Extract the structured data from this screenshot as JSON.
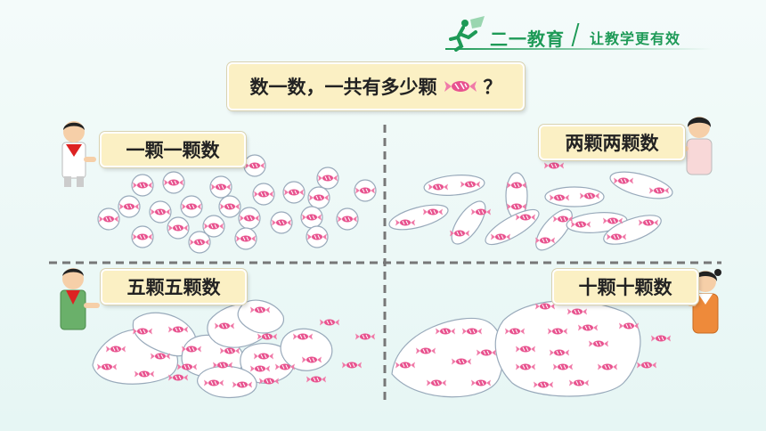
{
  "brand": {
    "name": "二一教育",
    "slogan": "让教学更有效"
  },
  "title": {
    "text": "数一数，一共有多少颗",
    "question_mark": "？",
    "icon": "candy-icon"
  },
  "methods": [
    {
      "label": "一颗一颗数",
      "group_size": 1
    },
    {
      "label": "两颗两颗数",
      "group_size": 2
    },
    {
      "label": "五颗五颗数",
      "group_size": 5
    },
    {
      "label": "十颗十颗数",
      "group_size": 10
    }
  ],
  "colors": {
    "brand": "#1e9a57",
    "label_bg": "#fbf0c4",
    "candy": "#e8538f",
    "divider": "#777777"
  }
}
